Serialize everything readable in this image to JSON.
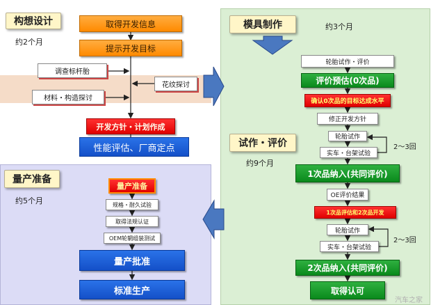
{
  "concept": {
    "title": "构想设计",
    "duration": "约2个月",
    "steps": {
      "get_info": "取得开发信息",
      "set_goal": "提示开发目标",
      "benchmark": "调查标杆胎",
      "pattern": "花纹探讨",
      "material": "材料・构造探讨",
      "policy": "开发方针・计划作成",
      "evaluation": "性能评估、厂商定点"
    }
  },
  "mold": {
    "title": "模具制作",
    "duration": "约3个月"
  },
  "trial": {
    "title": "试作・评价",
    "duration": "约9个月",
    "steps": {
      "tire_trial_eval": "轮胎试作・评价",
      "eval_forecast": "评价预估(0次品)",
      "confirm_target": "确认0次品的目标达成水平",
      "revise_policy": "修正开发方针",
      "tire_trial_1": "轮胎试作",
      "vehicle_test_1": "实车・台架试验",
      "repeat_1": "2～3回",
      "first_delivery": "1次品纳入(共同评价)",
      "oe_result": "OE评价结果",
      "first_eval_second_dev": "1次品评估和2次品开发",
      "tire_trial_2": "轮胎试作",
      "vehicle_test_2": "实车・台架试验",
      "repeat_2": "2～3回",
      "second_delivery": "2次品纳入(共同评价)",
      "approval": "取得认可"
    }
  },
  "mass": {
    "title": "量产准备",
    "duration": "约5个月",
    "steps": {
      "prep": "量产准备",
      "spec_test": "规格・耐久试验",
      "regulation": "取得法规认证",
      "oem_assembly": "OEM轮辋组装测试",
      "approve": "量产批准",
      "production": "标准生产"
    }
  },
  "watermark": "汽车之家",
  "colors": {
    "orange": "#ff9a1a",
    "green": "#0e9a24",
    "blue": "#1a5fe0",
    "red": "#ff1a1a",
    "panel_green": "#d8f0d0",
    "panel_purple": "#d8d8f4",
    "arrow": "#4a78c0"
  }
}
